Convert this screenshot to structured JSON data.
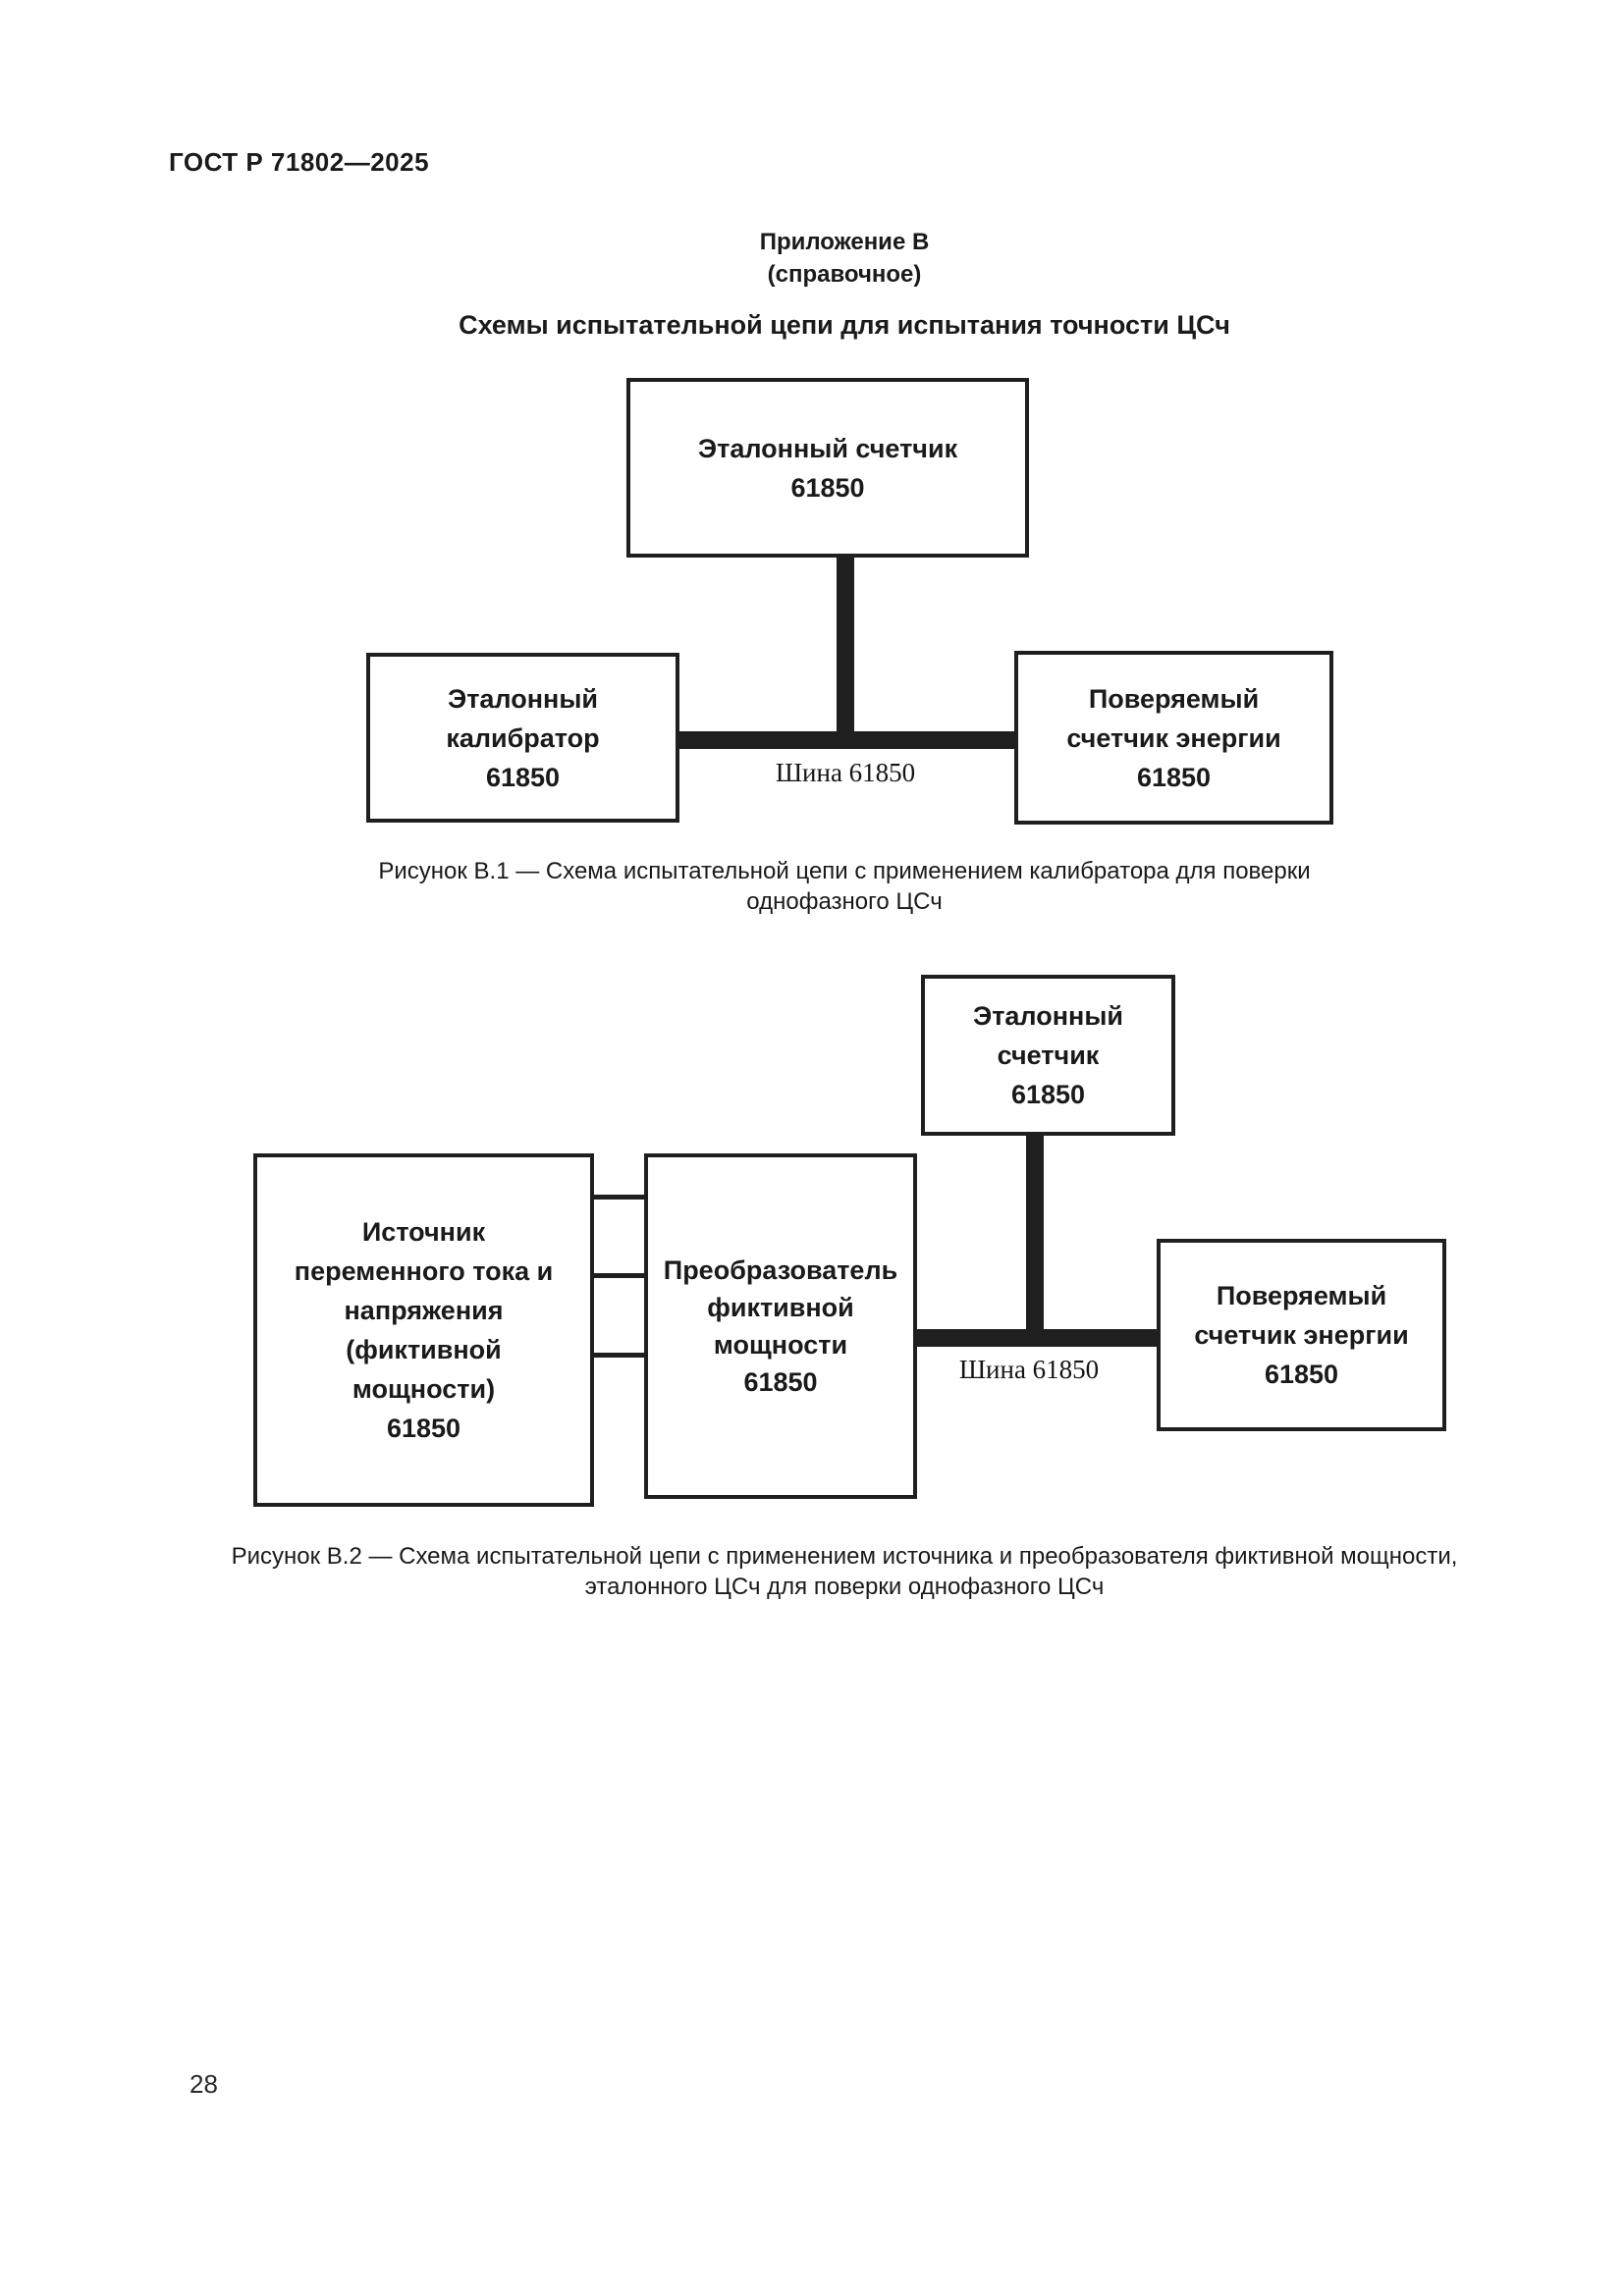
{
  "page": {
    "header": "ГОСТ Р 71802—2025",
    "number": "28"
  },
  "colors": {
    "paper": "#ffffff",
    "ink": "#1a1a1a"
  },
  "appendix": {
    "title": "Приложение В",
    "subtitle": "(справочное)",
    "heading": "Схемы испытательной цепи для испытания точности ЦСч"
  },
  "figure_b1": {
    "boxes": {
      "reference_meter": {
        "lines": [
          "Эталонный счетчик",
          "61850"
        ]
      },
      "reference_calibrator": {
        "lines": [
          "Эталонный",
          "калибратор",
          "61850"
        ]
      },
      "meter_under_test": {
        "lines": [
          "Поверяемый",
          "счетчик энергии",
          "61850"
        ]
      }
    },
    "bus_label": "Шина 61850",
    "caption_lines": [
      "Рисунок В.1 — Схема испытательной цепи с применением калибратора для поверки",
      "однофазного ЦСч"
    ]
  },
  "figure_b2": {
    "boxes": {
      "reference_meter": {
        "lines": [
          "Эталонный",
          "счетчик",
          "61850"
        ]
      },
      "source": {
        "lines": [
          "Источник",
          "переменного тока и",
          "напряжения",
          "(фиктивной",
          "мощности)",
          "61850"
        ]
      },
      "converter": {
        "lines": [
          "Преобразователь",
          "фиктивной",
          "мощности",
          "61850"
        ]
      },
      "meter_under_test": {
        "lines": [
          "Поверяемый",
          "счетчик энергии",
          "61850"
        ]
      }
    },
    "bus_label": "Шина 61850",
    "caption_lines": [
      "Рисунок В.2 — Схема испытательной цепи с применением источника и преобразователя фиктивной мощности,",
      "эталонного ЦСч для поверки однофазного ЦСч"
    ]
  }
}
